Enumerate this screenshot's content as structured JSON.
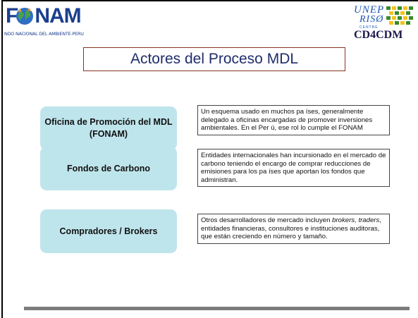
{
  "logos": {
    "fonam": {
      "word_before": "F",
      "word_after": "NAM",
      "subtitle": "NDO NACIONAL DEL AMBIENTE-PERU"
    },
    "unep": {
      "line1": "UNEP",
      "line2": "RISØ",
      "line3": "CENTRE",
      "line4": "CD4CDM"
    }
  },
  "title": "Actores del Proceso  MDL",
  "rows": [
    {
      "label": "Oficina de Promoción del MDL (FONAM)",
      "desc": "Un esquema usado en muchos pa íses, generalmente delegado a oficinas encargadas de promover inversiones ambientales. En el Per ú, ese rol lo cumple el FONAM"
    },
    {
      "label": "Fondos de Carbono",
      "desc": "Entidades internacionales han incursionado en el mercado de carbono teniendo el encargo de comprar reducciones de emisiones para los pa íses que aportan los fondos que administran."
    },
    {
      "label": "Compradores / Brokers",
      "desc_parts": {
        "p1": "Otros desarrolladores de mercado incluyen ",
        "brokers": "brokers,",
        "p2": " ",
        "traders": "traders",
        "p3": ", entidades financieras, consultores e instituciones auditoras, que están creciendo en número y tamaño."
      }
    }
  ],
  "colors": {
    "label_bg": "#bfe5ec",
    "title_border": "#8a3322",
    "title_text": "#1f2d6b",
    "bar": "#7d7d7d"
  }
}
